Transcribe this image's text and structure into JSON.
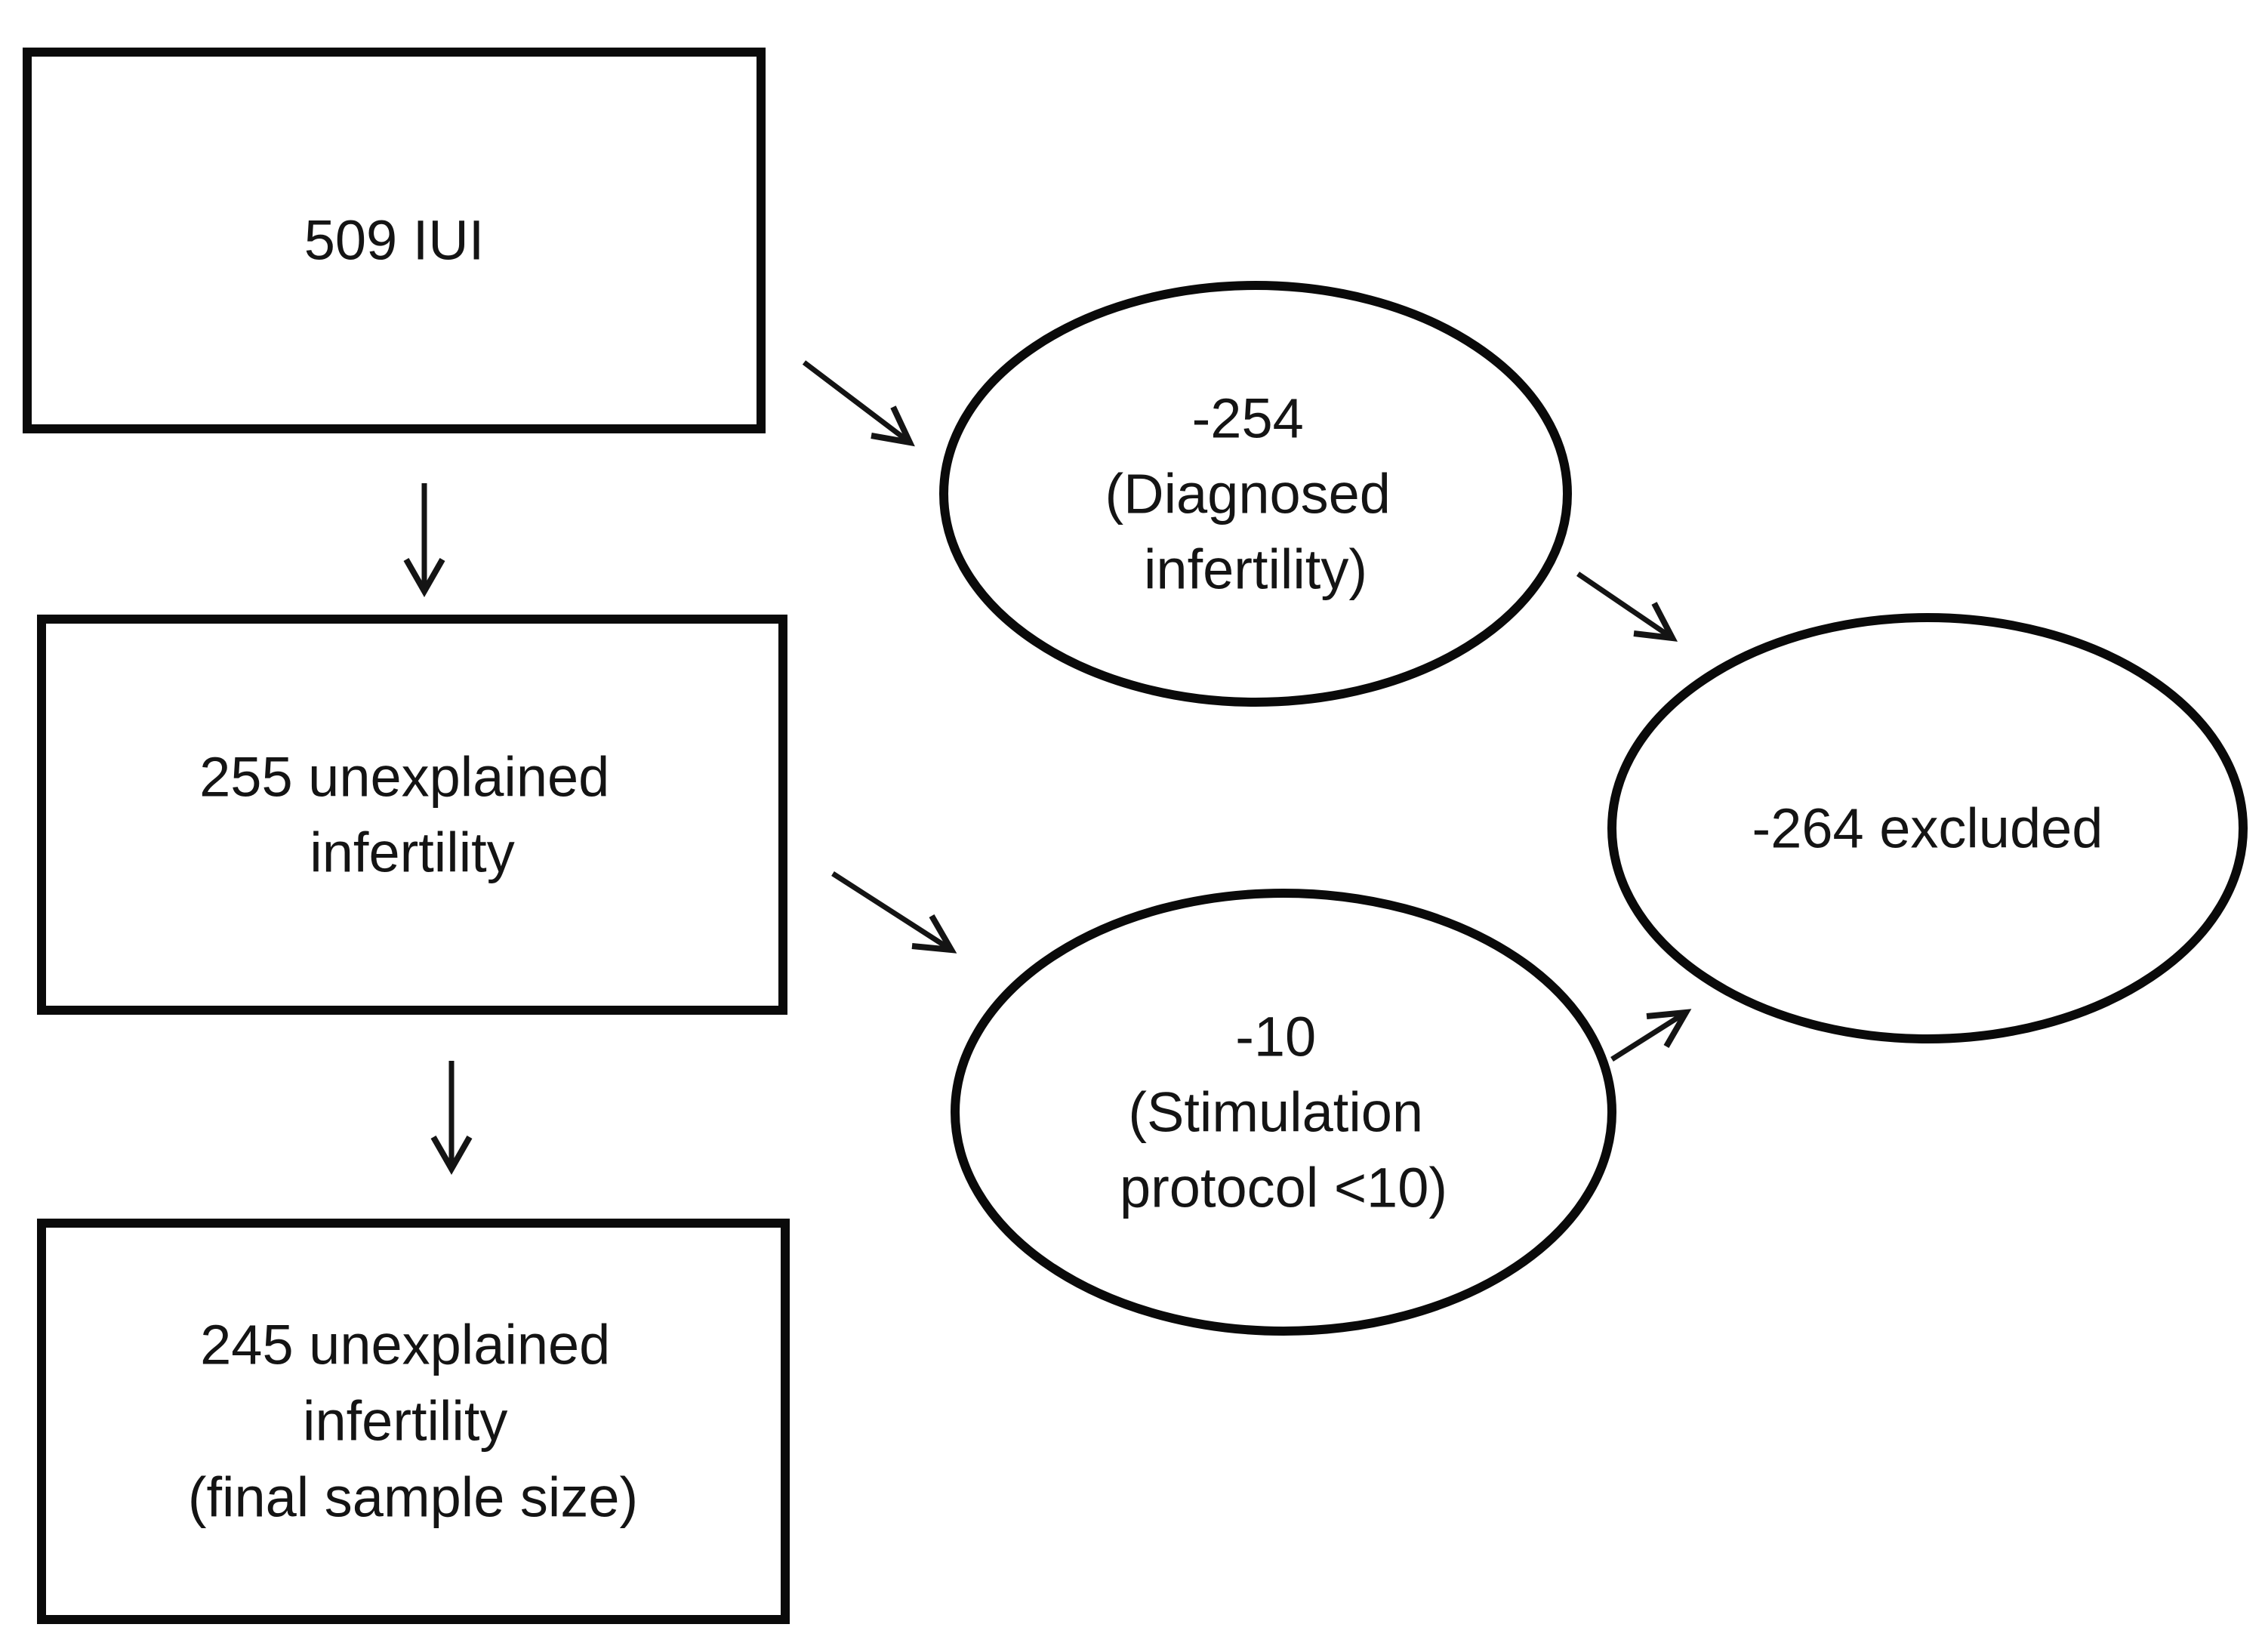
{
  "diagram": {
    "type": "flowchart",
    "background_color": "#ffffff",
    "stroke_color": "#0a0a0a",
    "text_color": "#141414",
    "nodes": {
      "iui_509": {
        "shape": "rectangle",
        "lines": [
          "509 IUI"
        ]
      },
      "unexplained_255": {
        "shape": "rectangle",
        "lines": [
          "255 unexplained",
          "infertility"
        ]
      },
      "final_245": {
        "shape": "rectangle",
        "lines": [
          "245 unexplained",
          "infertility",
          "(final sample size)"
        ]
      },
      "diagnosed_254": {
        "shape": "ellipse",
        "lines": [
          "-254",
          "(Diagnosed",
          "infertility)"
        ]
      },
      "stimulation_10": {
        "shape": "ellipse",
        "lines": [
          "-10",
          "(Stimulation",
          "protocol <10)"
        ]
      },
      "excluded_264": {
        "shape": "ellipse",
        "lines": [
          "-264 excluded"
        ]
      }
    },
    "edges": [
      {
        "from": "iui_509",
        "to": "unexplained_255"
      },
      {
        "from": "unexplained_255",
        "to": "final_245"
      },
      {
        "from": "iui_509",
        "to": "diagnosed_254"
      },
      {
        "from": "unexplained_255",
        "to": "stimulation_10"
      },
      {
        "from": "diagnosed_254",
        "to": "excluded_264"
      },
      {
        "from": "stimulation_10",
        "to": "excluded_264"
      }
    ]
  }
}
